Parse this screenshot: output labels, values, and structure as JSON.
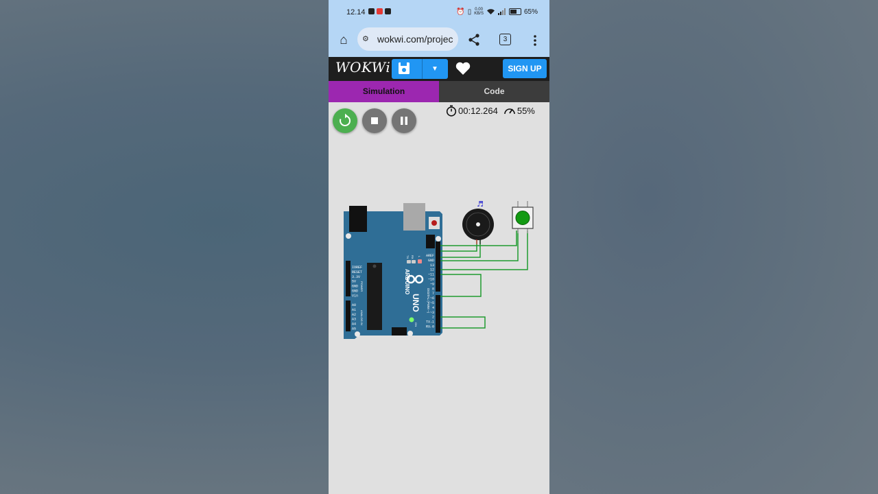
{
  "status_bar": {
    "time": "12.14",
    "net_speed_top": "0.00",
    "net_speed_bottom": "KB/S",
    "battery": "65%"
  },
  "browser": {
    "url": "wokwi.com/projec",
    "tab_count": "3"
  },
  "header": {
    "logo": "WOKWi",
    "signup_label": "SIGN UP"
  },
  "tabs": [
    {
      "label": "Simulation",
      "active": true
    },
    {
      "label": "Code",
      "active": false
    }
  ],
  "simulation": {
    "timer": "00:12.264",
    "speed": "55%"
  },
  "board": {
    "brand": "ARDUINO",
    "model": "UNO",
    "power_labels": [
      "IOREF",
      "RESET",
      "3.3V",
      "5V",
      "GND",
      "GND",
      "Vin"
    ],
    "analog_labels": [
      "A0",
      "A1",
      "A2",
      "A3",
      "A4",
      "A5"
    ],
    "digital_labels": [
      "AREF",
      "GND",
      "13",
      "12",
      "~11",
      "~10",
      "~9",
      "8",
      "7",
      "~6",
      "~5",
      "4",
      "~3",
      "2",
      "TX→1",
      "RX←0"
    ],
    "power_header": "POWER",
    "analog_header": "ANALOG IN",
    "digital_header": "DIGITAL (PWM ~)",
    "led_labels": [
      "TX",
      "RX",
      "L"
    ],
    "on_label": "ON"
  },
  "components": {
    "buzzer_note": "♬"
  },
  "colors": {
    "wire": "#1f9a2f",
    "board": "#2f6e96",
    "simulation_tab": "#9c27b0",
    "accent": "#2196f3",
    "run_button": "#4caf50"
  }
}
